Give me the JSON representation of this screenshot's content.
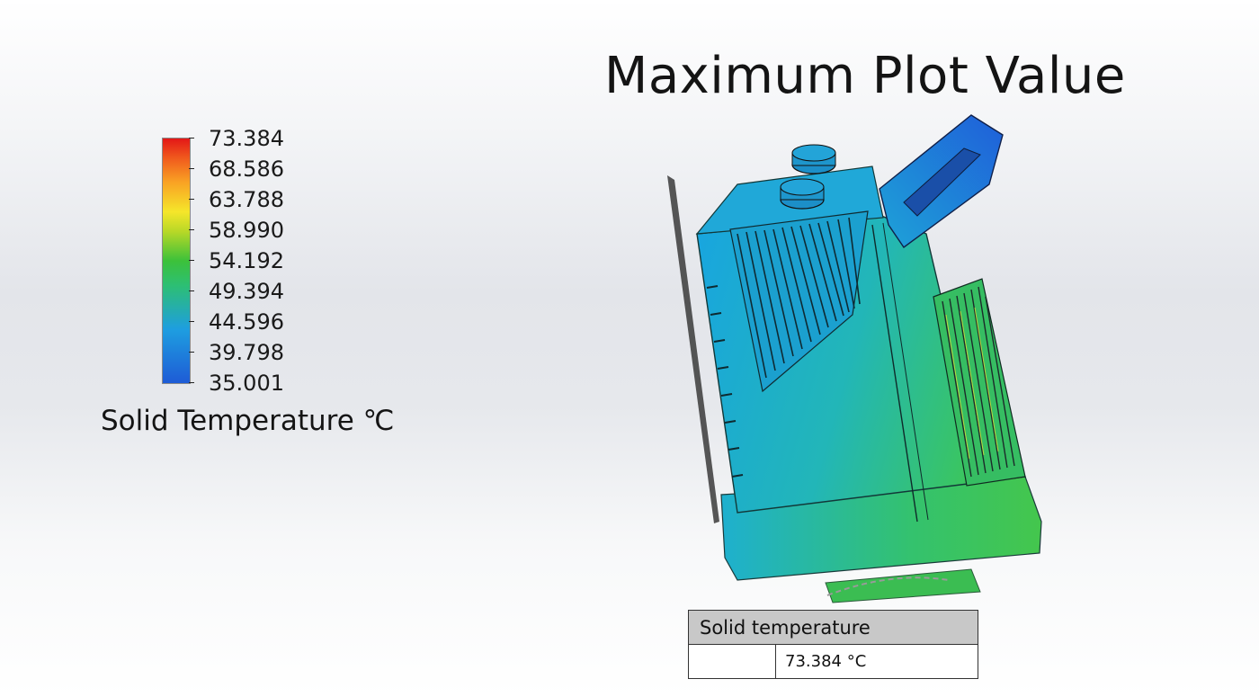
{
  "title": "Maximum Plot Value",
  "legend": {
    "title": "Solid Temperature ℃",
    "ticks": [
      "73.384",
      "68.586",
      "63.788",
      "58.990",
      "54.192",
      "49.394",
      "44.596",
      "39.798",
      "35.001"
    ],
    "colors": {
      "max": "#e31717",
      "high": "#f9a324",
      "mid_high": "#f5e62a",
      "mid": "#3cc13a",
      "mid_low": "#1e9ee0",
      "min": "#1e5bd6"
    }
  },
  "probe": {
    "header": "Solid temperature",
    "value": "73.384 °C"
  },
  "model": {
    "body_color_left": "#1aa6df",
    "body_color_right": "#3cc65a"
  }
}
